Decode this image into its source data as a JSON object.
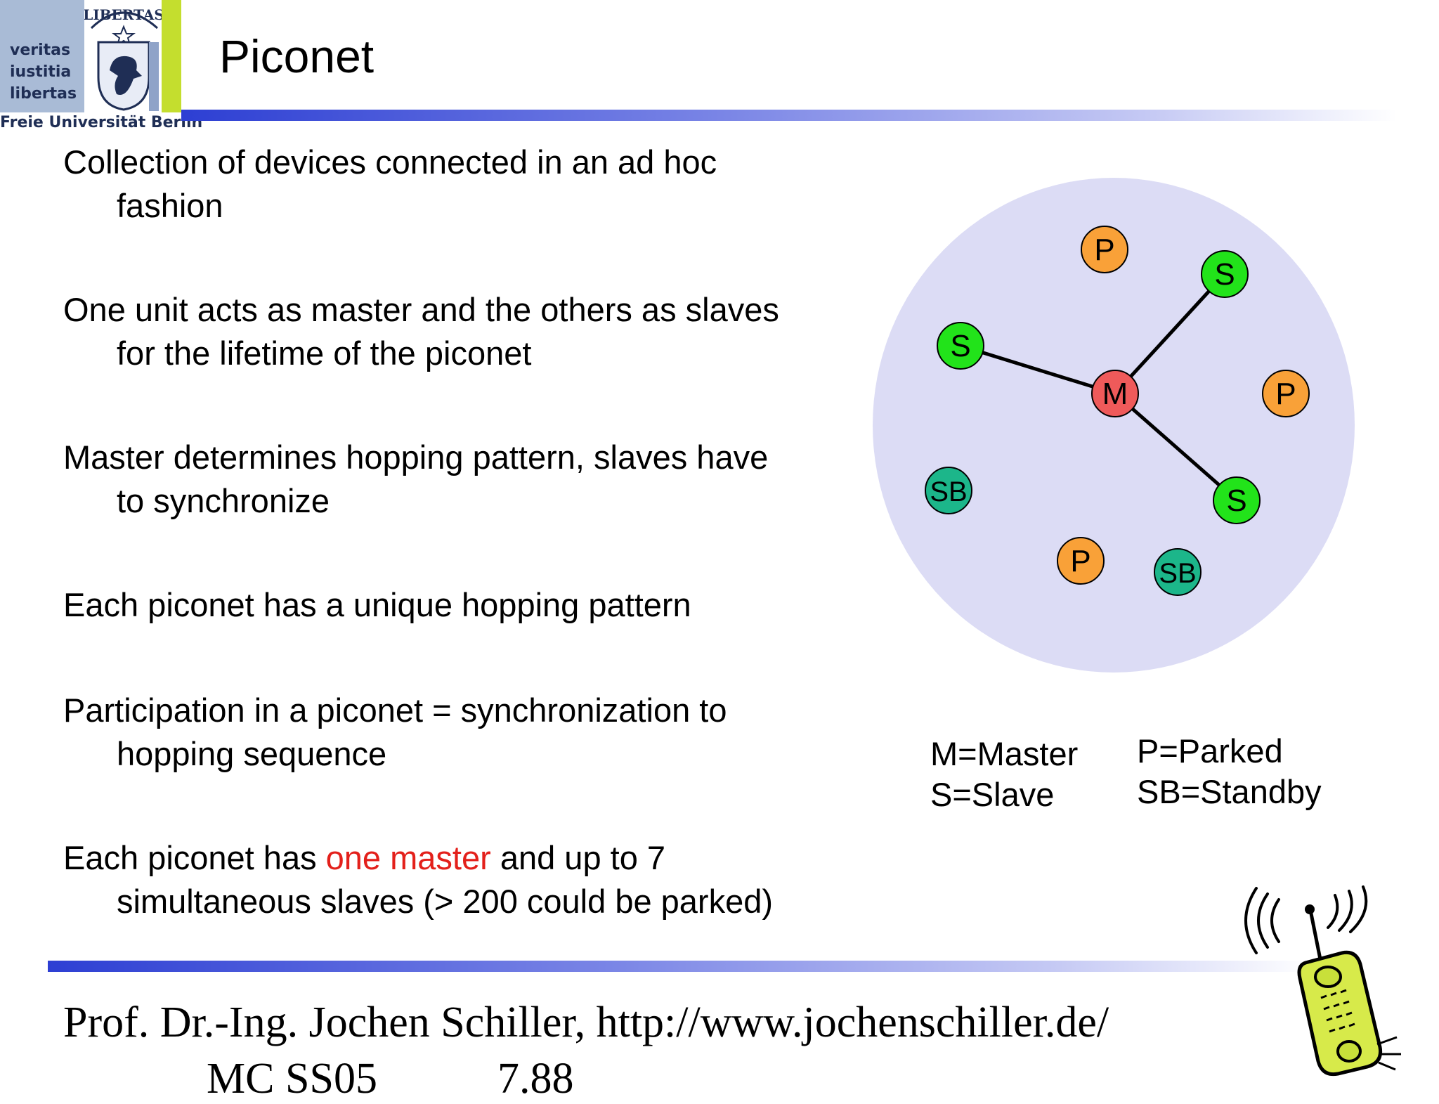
{
  "logo": {
    "motto": [
      "veritas",
      "iustitia",
      "libertas"
    ],
    "seal_text": "LIBERTAS",
    "university": "Freie Universität Berlin"
  },
  "slide": {
    "title": "Piconet"
  },
  "bullets": [
    {
      "line1": "Collection of devices connected in an ad hoc",
      "line2": "fashion"
    },
    {
      "line1": "One unit acts as master and the others as slaves",
      "line2": "for the lifetime of the piconet"
    },
    {
      "line1": "Master determines hopping pattern, slaves have",
      "line2": "to synchronize"
    },
    {
      "line1": "Each piconet has a unique hopping pattern",
      "line2": ""
    },
    {
      "line1": "Participation in a piconet = synchronization to",
      "line2": "hopping sequence"
    },
    {
      "line1_before": "Each piconet has ",
      "line1_highlight": "one master",
      "line1_after": " and up to 7",
      "line2": "simultaneous slaves (> 200 could be parked)"
    }
  ],
  "diagram": {
    "colors": {
      "area": "#dcdcf5",
      "master": "#ef5a5a",
      "slave": "#22e31a",
      "parked": "#f9a138",
      "standby": "#1cb68a"
    },
    "nodes": [
      {
        "label": "P",
        "role": "parked"
      },
      {
        "label": "S",
        "role": "slave"
      },
      {
        "label": "S",
        "role": "slave"
      },
      {
        "label": "M",
        "role": "master"
      },
      {
        "label": "P",
        "role": "parked"
      },
      {
        "label": "SB",
        "role": "standby"
      },
      {
        "label": "S",
        "role": "slave"
      },
      {
        "label": "P",
        "role": "parked"
      },
      {
        "label": "SB",
        "role": "standby"
      }
    ]
  },
  "legend": {
    "master": "M=Master",
    "slave": "S=Slave",
    "parked": "P=Parked",
    "standby": "SB=Standby"
  },
  "footer": {
    "author": "Prof. Dr.-Ing. Jochen Schiller, http://www.jochenschiller.de/",
    "course": "MC SS05",
    "page": "7.88"
  }
}
